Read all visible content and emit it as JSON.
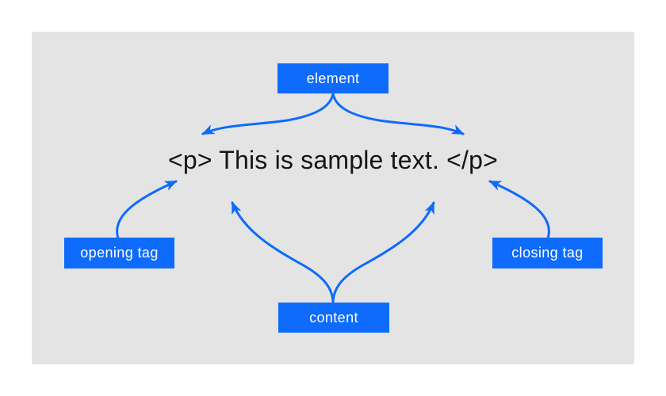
{
  "diagram": {
    "element_box_label": "element",
    "code_text": "<p> This is sample text. </p>",
    "opening_tag_label": "opening tag",
    "closing_tag_label": "closing tag",
    "content_label": "content"
  },
  "colors": {
    "accent_blue": "#0e6bfb",
    "panel_background": "#e4e4e4",
    "code_text_color": "#141414",
    "box_label_color": "#ffffff"
  }
}
